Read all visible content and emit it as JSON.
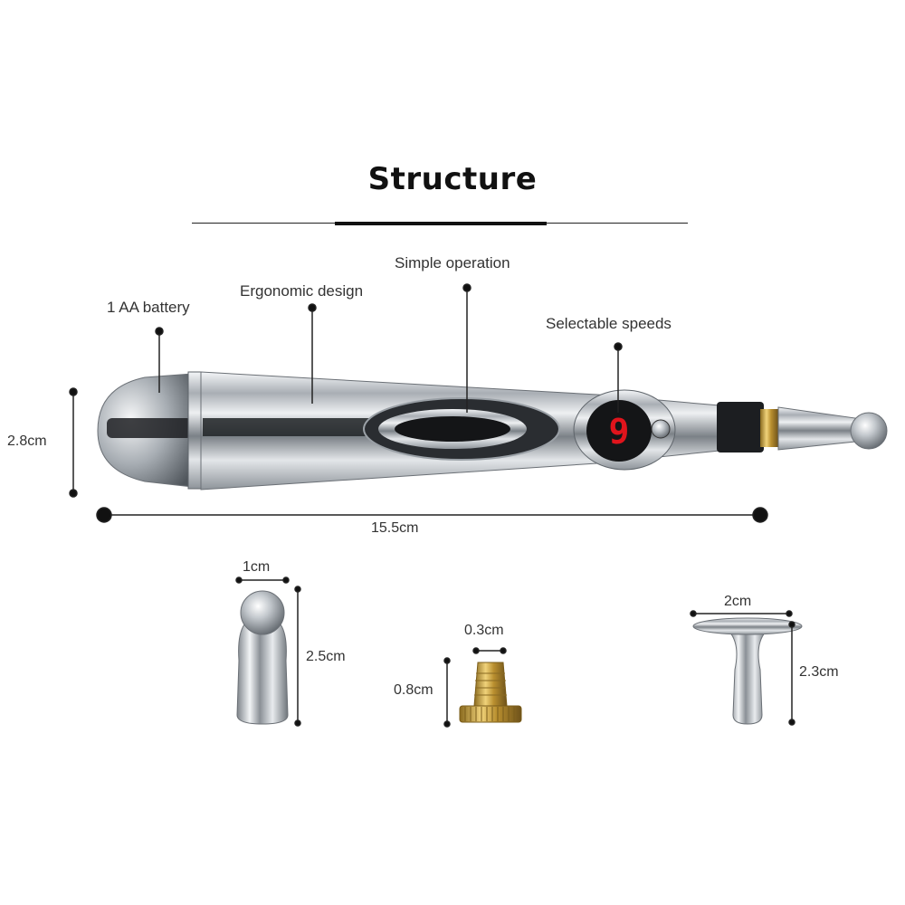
{
  "title": "Structure",
  "callouts": {
    "battery": "1 AA battery",
    "ergonomic": "Ergonomic design",
    "operation": "Simple operation",
    "speeds": "Selectable speeds"
  },
  "dimensions": {
    "pen_height": "2.8cm",
    "pen_length": "15.5cm",
    "ball_tip_width": "1cm",
    "ball_tip_height": "2.5cm",
    "connector_width": "0.3cm",
    "connector_height": "0.8cm",
    "flat_tip_width": "2cm",
    "flat_tip_height": "2.3cm"
  },
  "display": {
    "digit": "9",
    "color": "#e0141c"
  },
  "colors": {
    "chrome": "#c9cdd2",
    "dark": "#1a1a1a",
    "brass": "#c9a23a"
  }
}
